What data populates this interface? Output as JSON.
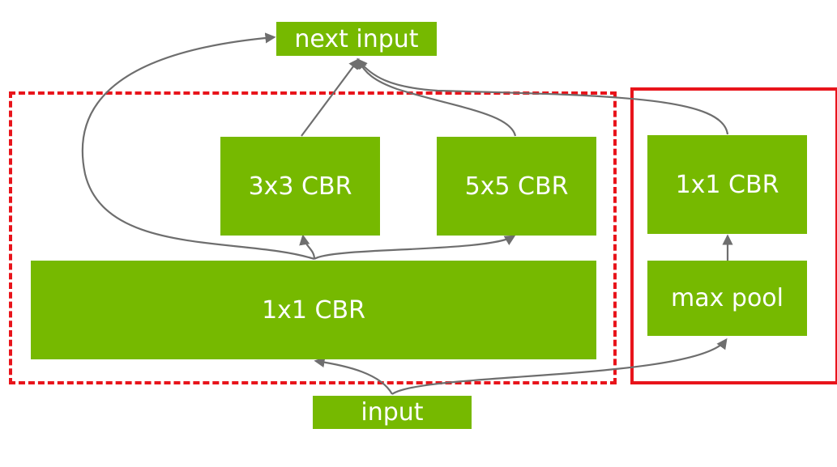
{
  "nodes": {
    "next_input": "next input",
    "conv3x3": "3x3 CBR",
    "conv5x5": "5x5 CBR",
    "conv1x1_reduce": "1x1 CBR",
    "conv1x1_pool": "1x1 CBR",
    "max_pool": "max pool",
    "input": "input"
  },
  "colors": {
    "node_fill": "#76b900",
    "node_text": "#ffffff",
    "group_outline": "#e8141b",
    "edge": "#6e6e6e"
  }
}
